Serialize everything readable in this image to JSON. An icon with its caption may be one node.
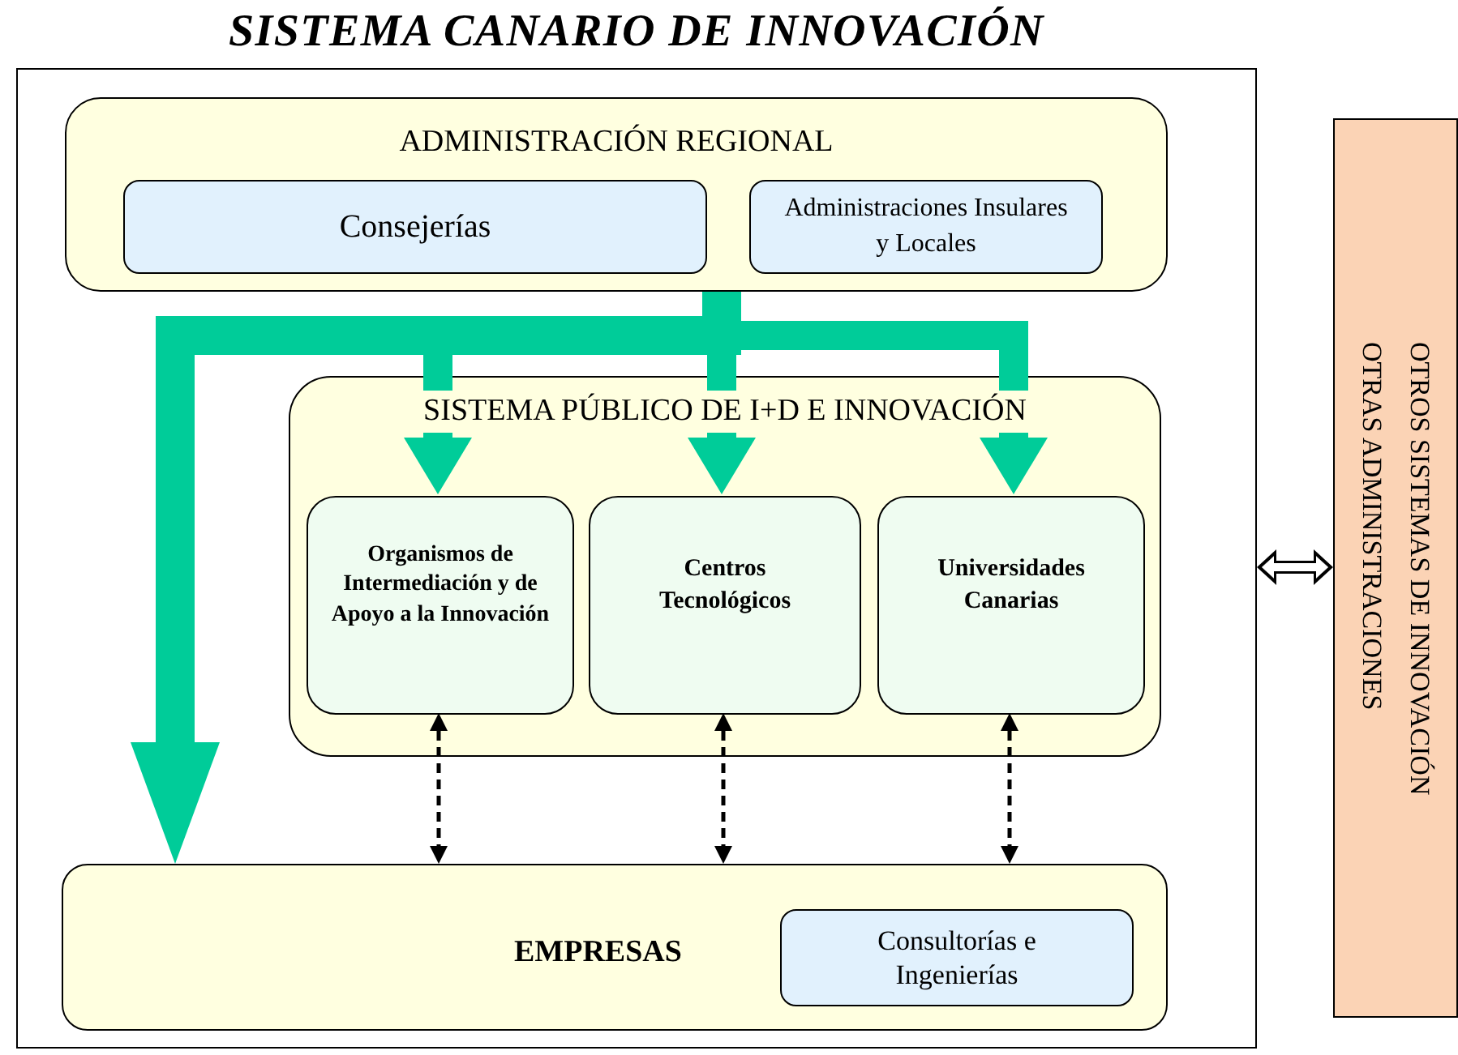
{
  "diagram": {
    "nodes": [
      {
        "text": [
          "SISTEMA CANARIO DE INNOVACIÓN"
        ]
      },
      {
        "text": [
          "ADMINISTRACIÓN REGIONAL"
        ],
        "in": 0
      },
      {
        "text": [
          "Consejerías"
        ],
        "in": 1
      },
      {
        "text": [
          "Administraciones Insulares y Locales"
        ],
        "in": 1
      },
      {
        "text": [
          "SISTEMA PÚBLICO DE I+D E INNOVACIÓN"
        ],
        "in": 0
      },
      {
        "text": [
          "Organismos de Intermediación y de Apoyo a la Innovación"
        ],
        "in": 4
      },
      {
        "text": [
          "Centros Tecnológicos"
        ],
        "in": 4
      },
      {
        "text": [
          "Universidades Canarias"
        ],
        "in": 4
      },
      {
        "text": [
          "EMPRESAS"
        ],
        "in": 0
      },
      {
        "text": [
          "Consultorías e Ingenierías"
        ],
        "in": 8
      },
      {
        "text": [
          "OTROS SISTEMAS DE INNOVACIÓN",
          "OTRAS ADMINISTRACIONES"
        ]
      }
    ],
    "edges": [
      {
        "from": 1,
        "to": 5,
        "arrow": "to",
        "style": "thick",
        "color": "#00cc99"
      },
      {
        "from": 1,
        "to": 6,
        "arrow": "to",
        "style": "thick",
        "color": "#00cc99"
      },
      {
        "from": 1,
        "to": 7,
        "arrow": "to",
        "style": "thick",
        "color": "#00cc99"
      },
      {
        "from": 1,
        "to": 8,
        "arrow": "to",
        "style": "thick",
        "color": "#00cc99"
      },
      {
        "from": 5,
        "to": 8,
        "arrow": "both",
        "style": "dashed",
        "color": "#000000"
      },
      {
        "from": 6,
        "to": 8,
        "arrow": "both",
        "style": "dashed",
        "color": "#000000"
      },
      {
        "from": 7,
        "to": 8,
        "arrow": "both",
        "style": "dashed",
        "color": "#000000"
      },
      {
        "from": 0,
        "to": 10,
        "arrow": "both",
        "color": "#000000"
      }
    ]
  }
}
